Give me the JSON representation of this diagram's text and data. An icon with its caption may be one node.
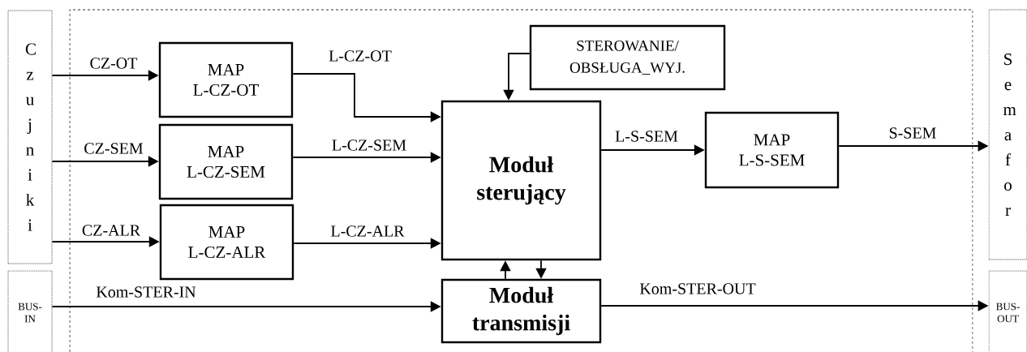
{
  "diagram": {
    "nodes": [
      {
        "text": [
          "Czujniki"
        ]
      },
      {
        "text": [
          "BUS-IN"
        ]
      },
      {
        "text": [
          "MAP L-CZ-OT"
        ]
      },
      {
        "text": [
          "MAP L-CZ-SEM"
        ]
      },
      {
        "text": [
          "MAP L-CZ-ALR"
        ]
      },
      {
        "text": [
          "STEROWANIE/ OBSŁUGA_WYJ."
        ]
      },
      {
        "text": [
          "Moduł sterujący"
        ]
      },
      {
        "text": [
          "Moduł transmisji"
        ]
      },
      {
        "text": [
          "MAP L-S-SEM"
        ]
      },
      {
        "text": [
          "Semafor"
        ]
      },
      {
        "text": [
          "BUS-OUT"
        ]
      }
    ],
    "edges": [
      {
        "from": 0,
        "to": 2,
        "arrow": "to",
        "label": "CZ-OT"
      },
      {
        "from": 0,
        "to": 3,
        "arrow": "to",
        "label": "CZ-SEM"
      },
      {
        "from": 0,
        "to": 4,
        "arrow": "to",
        "label": "CZ-ALR"
      },
      {
        "from": 2,
        "to": 6,
        "arrow": "to",
        "label": "L-CZ-OT"
      },
      {
        "from": 3,
        "to": 6,
        "arrow": "to",
        "label": "L-CZ-SEM"
      },
      {
        "from": 4,
        "to": 6,
        "arrow": "to",
        "label": "L-CZ-ALR"
      },
      {
        "from": 5,
        "to": 6,
        "arrow": "to"
      },
      {
        "from": 1,
        "to": 7,
        "arrow": "to",
        "label": "Kom-STER-IN"
      },
      {
        "from": 6,
        "to": 8,
        "arrow": "to",
        "label": "L-S-SEM"
      },
      {
        "from": 8,
        "to": 9,
        "arrow": "to",
        "label": "S-SEM"
      },
      {
        "from": 7,
        "to": 6,
        "arrow": "to"
      },
      {
        "from": 6,
        "to": 7,
        "arrow": "to"
      },
      {
        "from": 7,
        "to": 10,
        "arrow": "to",
        "label": "Kom-STER-OUT"
      }
    ]
  }
}
